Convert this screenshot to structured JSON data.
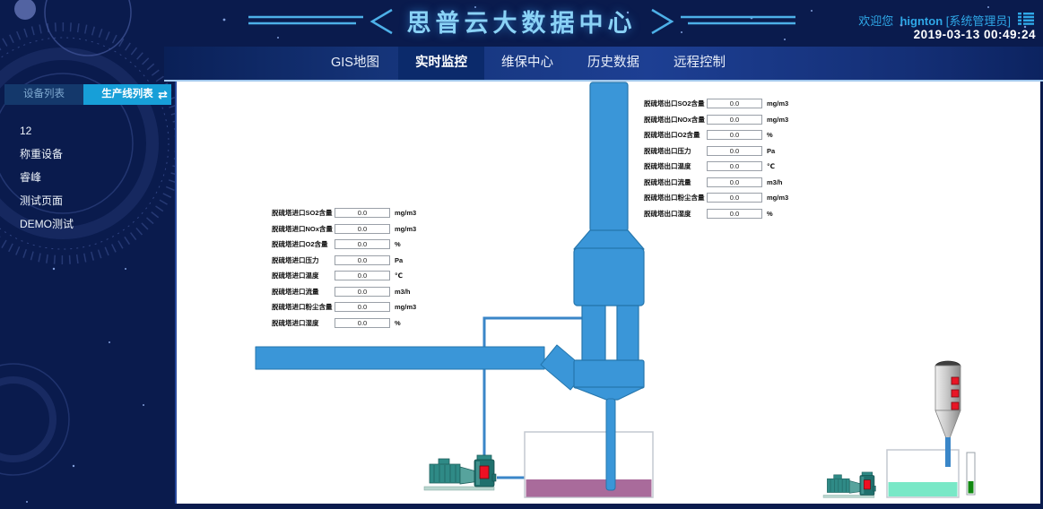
{
  "header": {
    "title": "思普云大数据中心",
    "welcome_prefix": "欢迎您",
    "username": "hignton",
    "role": "[系统管理员]",
    "datetime": "2019-03-13 00:49:24",
    "menu_icon": "menu-list-icon",
    "accent_color": "#2fa8e8"
  },
  "nav": {
    "tabs": [
      {
        "label": "GIS地图",
        "active": false
      },
      {
        "label": "实时监控",
        "active": true
      },
      {
        "label": "维保中心",
        "active": false
      },
      {
        "label": "历史数据",
        "active": false
      },
      {
        "label": "远程控制",
        "active": false
      }
    ]
  },
  "sidebar": {
    "tabs": [
      {
        "label": "设备列表",
        "active": false
      },
      {
        "label": "生产线列表",
        "active": true
      }
    ],
    "swap_icon": "swap-arrows-icon",
    "swap_glyph": "⇄",
    "items": [
      {
        "label": "12"
      },
      {
        "label": "称重设备"
      },
      {
        "label": "睿峰"
      },
      {
        "label": "测试页面"
      },
      {
        "label": "DEMO测试"
      }
    ]
  },
  "main": {
    "inlet_fields": [
      {
        "label": "脱硫塔进口SO2含量",
        "value": "0.0",
        "unit": "mg/m3"
      },
      {
        "label": "脱硫塔进口NOx含量",
        "value": "0.0",
        "unit": "mg/m3"
      },
      {
        "label": "脱硫塔进口O2含量",
        "value": "0.0",
        "unit": "%"
      },
      {
        "label": "脱硫塔进口压力",
        "value": "0.0",
        "unit": "Pa"
      },
      {
        "label": "脱硫塔进口温度",
        "value": "0.0",
        "unit": "℃"
      },
      {
        "label": "脱硫塔进口流量",
        "value": "0.0",
        "unit": "m3/h"
      },
      {
        "label": "脱硫塔进口粉尘含量",
        "value": "0.0",
        "unit": "mg/m3"
      },
      {
        "label": "脱硫塔进口湿度",
        "value": "0.0",
        "unit": "%"
      }
    ],
    "outlet_fields": [
      {
        "label": "脱硫塔出口SO2含量",
        "value": "0.0",
        "unit": "mg/m3"
      },
      {
        "label": "脱硫塔出口NOx含量",
        "value": "0.0",
        "unit": "mg/m3"
      },
      {
        "label": "脱硫塔出口O2含量",
        "value": "0.0",
        "unit": "%"
      },
      {
        "label": "脱硫塔出口压力",
        "value": "0.0",
        "unit": "Pa"
      },
      {
        "label": "脱硫塔出口温度",
        "value": "0.0",
        "unit": "℃"
      },
      {
        "label": "脱硫塔出口流量",
        "value": "0.0",
        "unit": "m3/h"
      },
      {
        "label": "脱硫塔出口粉尘含量",
        "value": "0.0",
        "unit": "mg/m3"
      },
      {
        "label": "脱硫塔出口湿度",
        "value": "0.0",
        "unit": "%"
      }
    ],
    "diagram_elements": {
      "tower": "desulfurization-tower",
      "stack": "exhaust-stack",
      "inlet_duct": "flue-gas-inlet-duct",
      "slurry_tank": "slurry-tank",
      "clean_tank": "water-tank",
      "silo": "lime-silo",
      "level_gauge": "level-gauge",
      "pumps": [
        "circulation-pump-left",
        "circulation-pump-right"
      ]
    },
    "colors": {
      "tower_blue": "#3a96d8",
      "slurry_purple": "#a96b9b",
      "liquid_teal": "#79e8c7",
      "gauge_green": "#118811",
      "alarm_red": "#ee1626",
      "pump_teal": "#2f8a86"
    }
  }
}
